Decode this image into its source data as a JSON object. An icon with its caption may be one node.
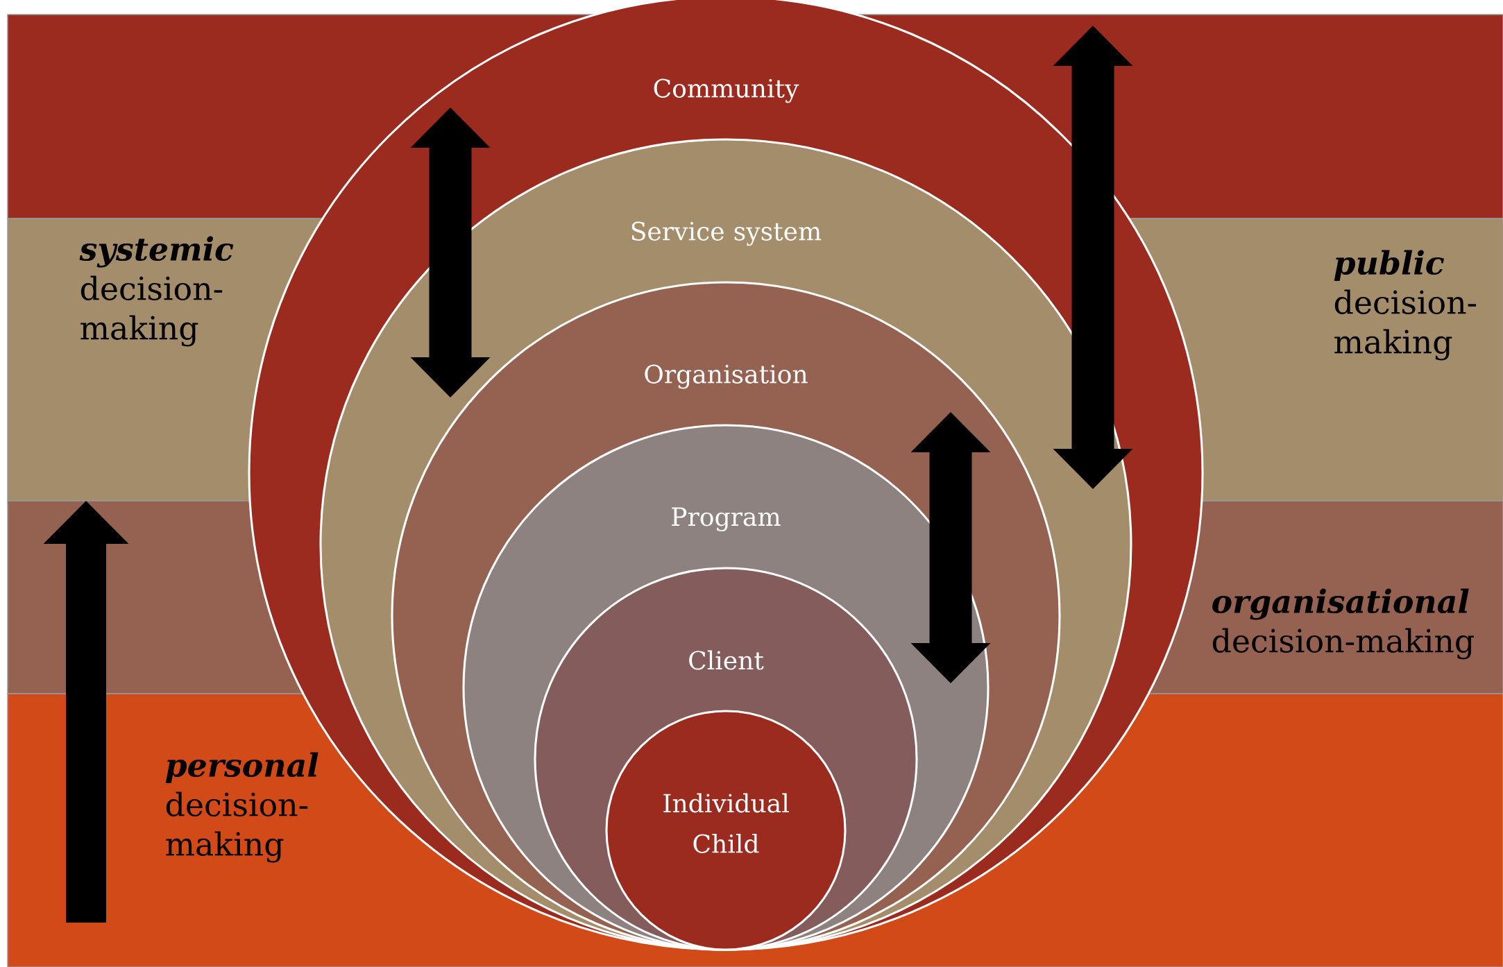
{
  "diagram": {
    "nodes": [
      {
        "text": [
          "Community"
        ]
      },
      {
        "text": [
          "Service system"
        ],
        "in": 0
      },
      {
        "text": [
          "Organisation"
        ],
        "in": 1
      },
      {
        "text": [
          "Program"
        ],
        "in": 2
      },
      {
        "text": [
          "Client"
        ],
        "in": 3
      },
      {
        "text": [
          "Individual Child"
        ],
        "in": 4
      }
    ],
    "labels": [
      "**systemic** decision-making",
      "**public** decision-making",
      "**organisational** decision-making",
      "**personal** decision-making"
    ]
  }
}
